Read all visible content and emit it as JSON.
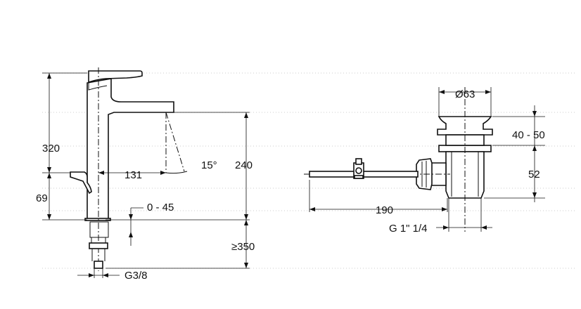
{
  "faucet": {
    "height_total": "320",
    "height_lever": "69",
    "spout_reach": "131",
    "spout_angle": "15°",
    "spout_height": "240",
    "deck_thickness": "0 - 45",
    "hose_length": "≥350",
    "connection": "G3/8"
  },
  "drain": {
    "cap_diameter": "Ø63",
    "cap_height": "40 - 50",
    "body_height": "52",
    "rod_length": "190",
    "thread": "G 1\" 1/4"
  }
}
